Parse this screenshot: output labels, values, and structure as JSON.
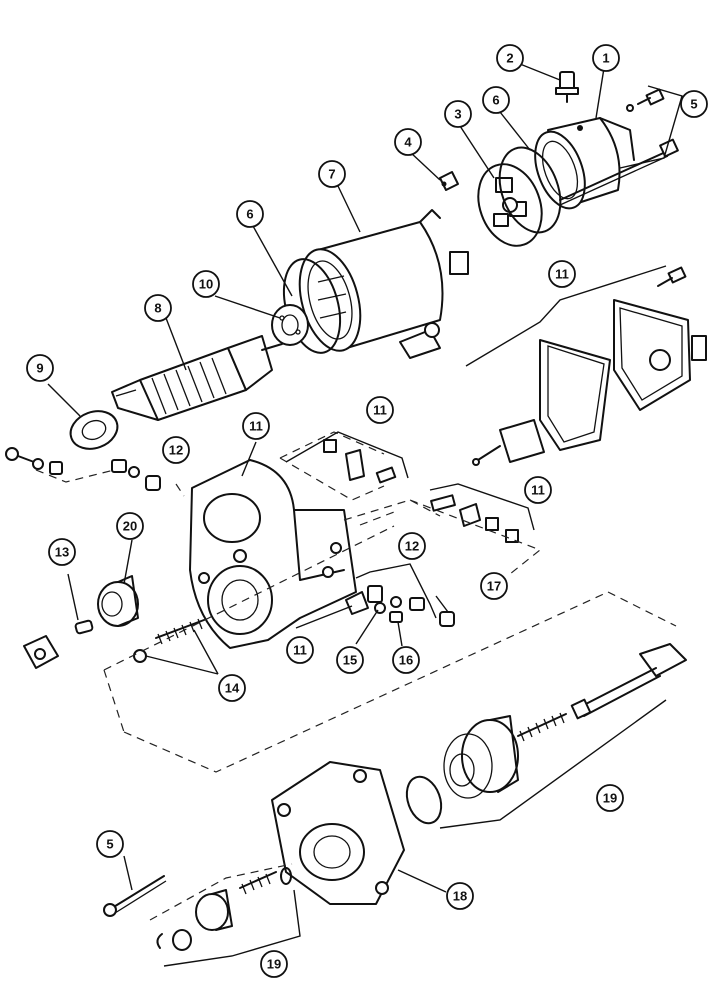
{
  "diagram": {
    "callouts": [
      {
        "id": "c1",
        "label": "1"
      },
      {
        "id": "c2",
        "label": "2"
      },
      {
        "id": "c3",
        "label": "3"
      },
      {
        "id": "c4",
        "label": "4"
      },
      {
        "id": "c5a",
        "label": "5"
      },
      {
        "id": "c6a",
        "label": "6"
      },
      {
        "id": "c7",
        "label": "7"
      },
      {
        "id": "c6b",
        "label": "6"
      },
      {
        "id": "c10",
        "label": "10"
      },
      {
        "id": "c8",
        "label": "8"
      },
      {
        "id": "c11a",
        "label": "11"
      },
      {
        "id": "c9",
        "label": "9"
      },
      {
        "id": "c11b",
        "label": "11"
      },
      {
        "id": "c11c",
        "label": "11"
      },
      {
        "id": "c12a",
        "label": "12"
      },
      {
        "id": "c11d",
        "label": "11"
      },
      {
        "id": "c20",
        "label": "20"
      },
      {
        "id": "c13",
        "label": "13"
      },
      {
        "id": "c12b",
        "label": "12"
      },
      {
        "id": "c17",
        "label": "17"
      },
      {
        "id": "c11e",
        "label": "11"
      },
      {
        "id": "c15",
        "label": "15"
      },
      {
        "id": "c16",
        "label": "16"
      },
      {
        "id": "c14",
        "label": "14"
      },
      {
        "id": "c19a",
        "label": "19"
      },
      {
        "id": "c5b",
        "label": "5"
      },
      {
        "id": "c18",
        "label": "18"
      },
      {
        "id": "c19b",
        "label": "19"
      }
    ]
  }
}
